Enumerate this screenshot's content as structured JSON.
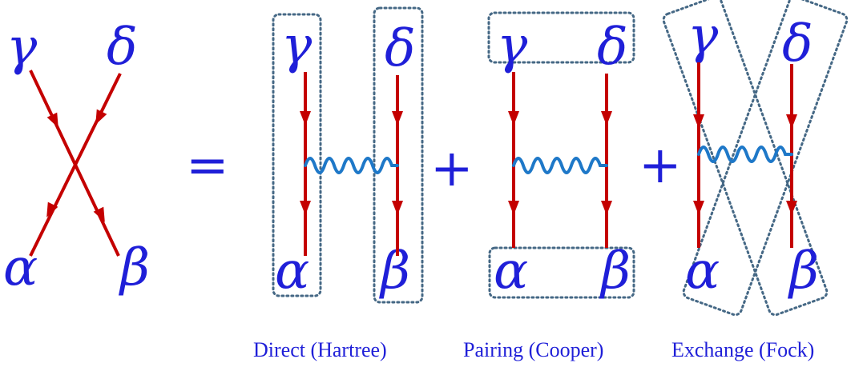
{
  "labels": {
    "gamma": "γ",
    "delta": "δ",
    "alpha": "α",
    "beta": "β"
  },
  "operators": {
    "equals": "=",
    "plus": "+"
  },
  "captions": {
    "direct": "Direct (Hartree)",
    "pairing": "Pairing (Cooper)",
    "exchange": "Exchange (Fock)"
  },
  "colors": {
    "text": "#1f1fd8",
    "propagator": "#c40000",
    "interaction": "#1e78c8",
    "grouping_box": "#456885"
  }
}
